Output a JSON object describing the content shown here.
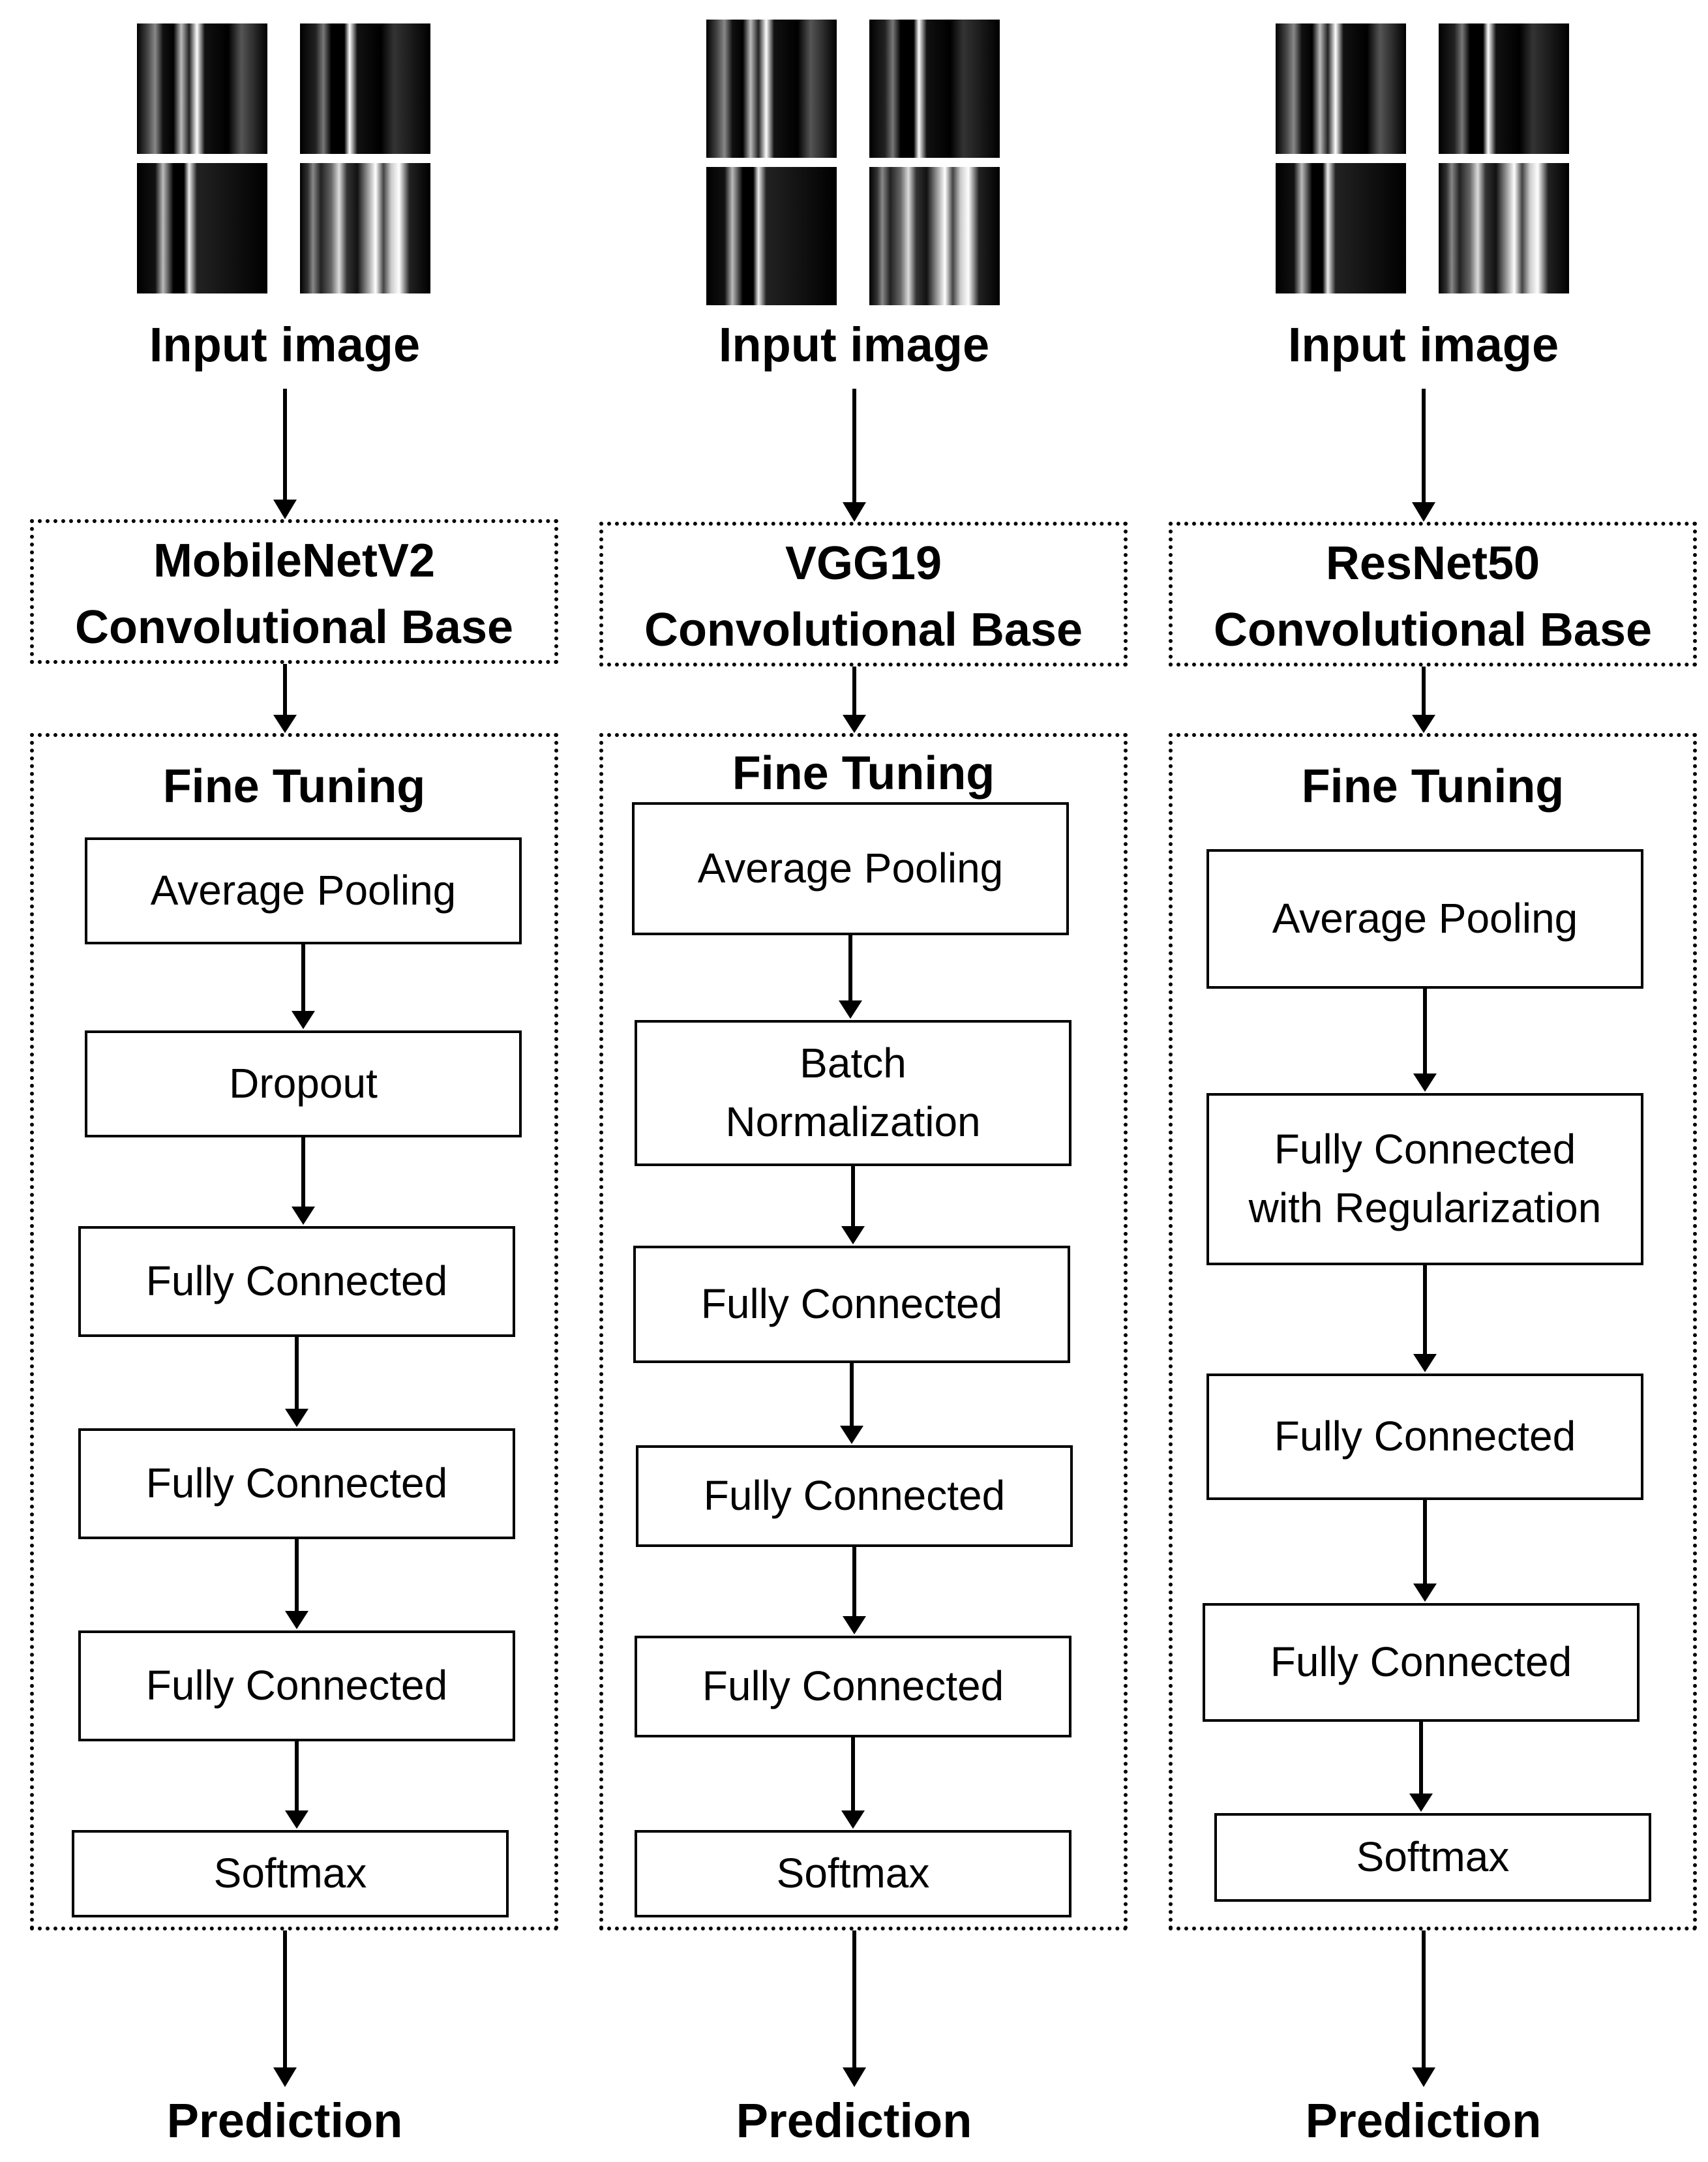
{
  "columns": [
    {
      "input_label": "Input image",
      "base_lines": [
        "MobileNetV2",
        "Convolutional Base"
      ],
      "fine_tuning_label": "Fine Tuning",
      "layers": [
        "Average Pooling",
        "Dropout",
        "Fully Connected",
        "Fully Connected",
        "Fully Connected",
        "Softmax"
      ],
      "output_label": "Prediction"
    },
    {
      "input_label": "Input image",
      "base_lines": [
        "VGG19",
        "Convolutional Base"
      ],
      "fine_tuning_label": "Fine Tuning",
      "layers": [
        "Average Pooling",
        "Batch\nNormalization",
        "Fully Connected",
        "Fully Connected",
        "Fully Connected",
        "Softmax"
      ],
      "output_label": "Prediction"
    },
    {
      "input_label": "Input image",
      "base_lines": [
        "ResNet50",
        "Convolutional Base"
      ],
      "fine_tuning_label": "Fine Tuning",
      "layers": [
        "Average Pooling",
        "Fully Connected\nwith Regularization",
        "Fully Connected",
        "Fully Connected",
        "Softmax"
      ],
      "output_label": "Prediction"
    }
  ],
  "colors": {
    "stroke": "#000000",
    "background": "#ffffff"
  },
  "icons": {
    "input_thumbnails": "striped-spectrogram-image"
  }
}
